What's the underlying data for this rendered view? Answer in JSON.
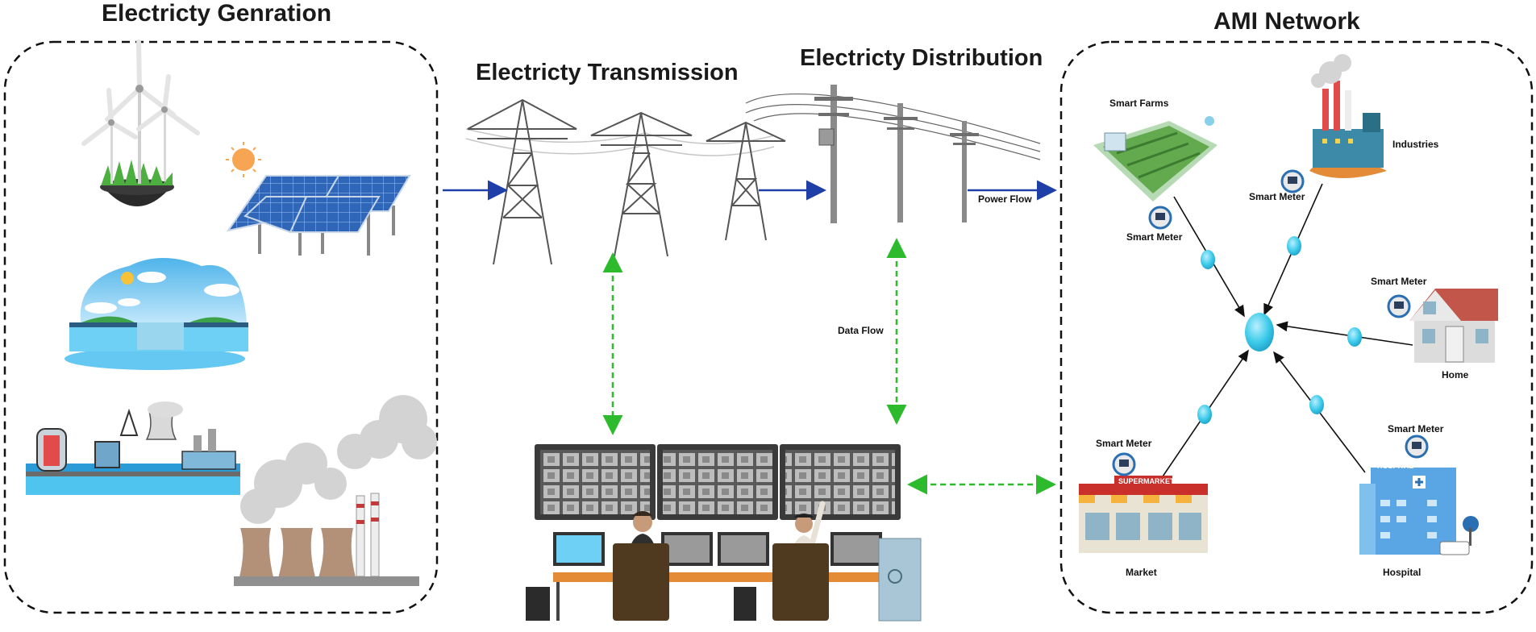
{
  "sections": {
    "generation_title": "Electricty Genration",
    "transmission_title": "Electricty Transmission",
    "distribution_title": "Electricty Distribution",
    "ami_title": "AMI Network"
  },
  "flows": {
    "power_flow": "Power Flow",
    "data_flow": "Data Flow"
  },
  "ami_nodes": {
    "smart_farms": "Smart Farms",
    "industries": "Industries",
    "home": "Home",
    "market": "Market",
    "hospital": "Hospital",
    "meter_farms": "Smart Meter",
    "meter_industries": "Smart Meter",
    "meter_home": "Smart Meter",
    "meter_market": "Smart Meter",
    "meter_hospital": "Smart Meter"
  },
  "signs": {
    "supermarket": "SUPERMARKET",
    "hospital": "HOSPITAL"
  },
  "colors": {
    "power_arrow": "#1f3fa8",
    "data_arrow": "#2dbb2d",
    "connector": "#3cc6e8",
    "frame": "#111111"
  }
}
